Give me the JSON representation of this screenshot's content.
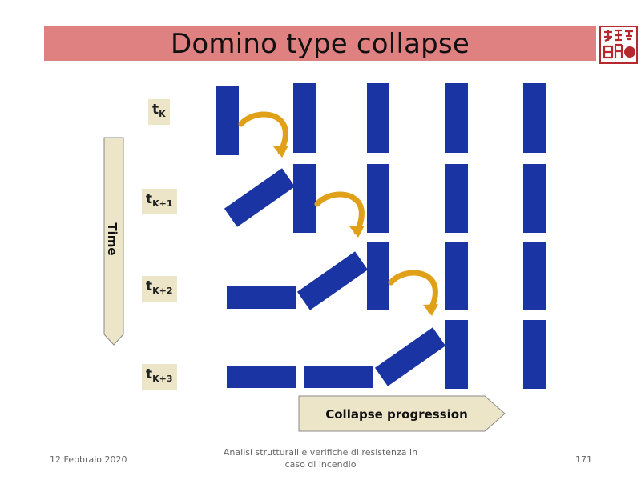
{
  "slide": {
    "title": "Domino type collapse",
    "logo_icon": "seal-stamp-icon",
    "colors": {
      "title_bar": "#e08181",
      "domino": "#1a34a4",
      "curved_arrow": "#e0a018",
      "label_bg": "#ece5c7"
    }
  },
  "diagram": {
    "time_steps": [
      {
        "base": "t",
        "sub": "K"
      },
      {
        "base": "t",
        "sub": "K+1"
      },
      {
        "base": "t",
        "sub": "K+2"
      },
      {
        "base": "t",
        "sub": "K+3"
      }
    ],
    "time_arrow_label": "Time",
    "progression_arrow_label": "Collapse progression"
  },
  "footer": {
    "date": "12 Febbraio 2020",
    "course": "Analisi strutturali e verifiche di resistenza in caso di incendio",
    "page_number": "171"
  }
}
